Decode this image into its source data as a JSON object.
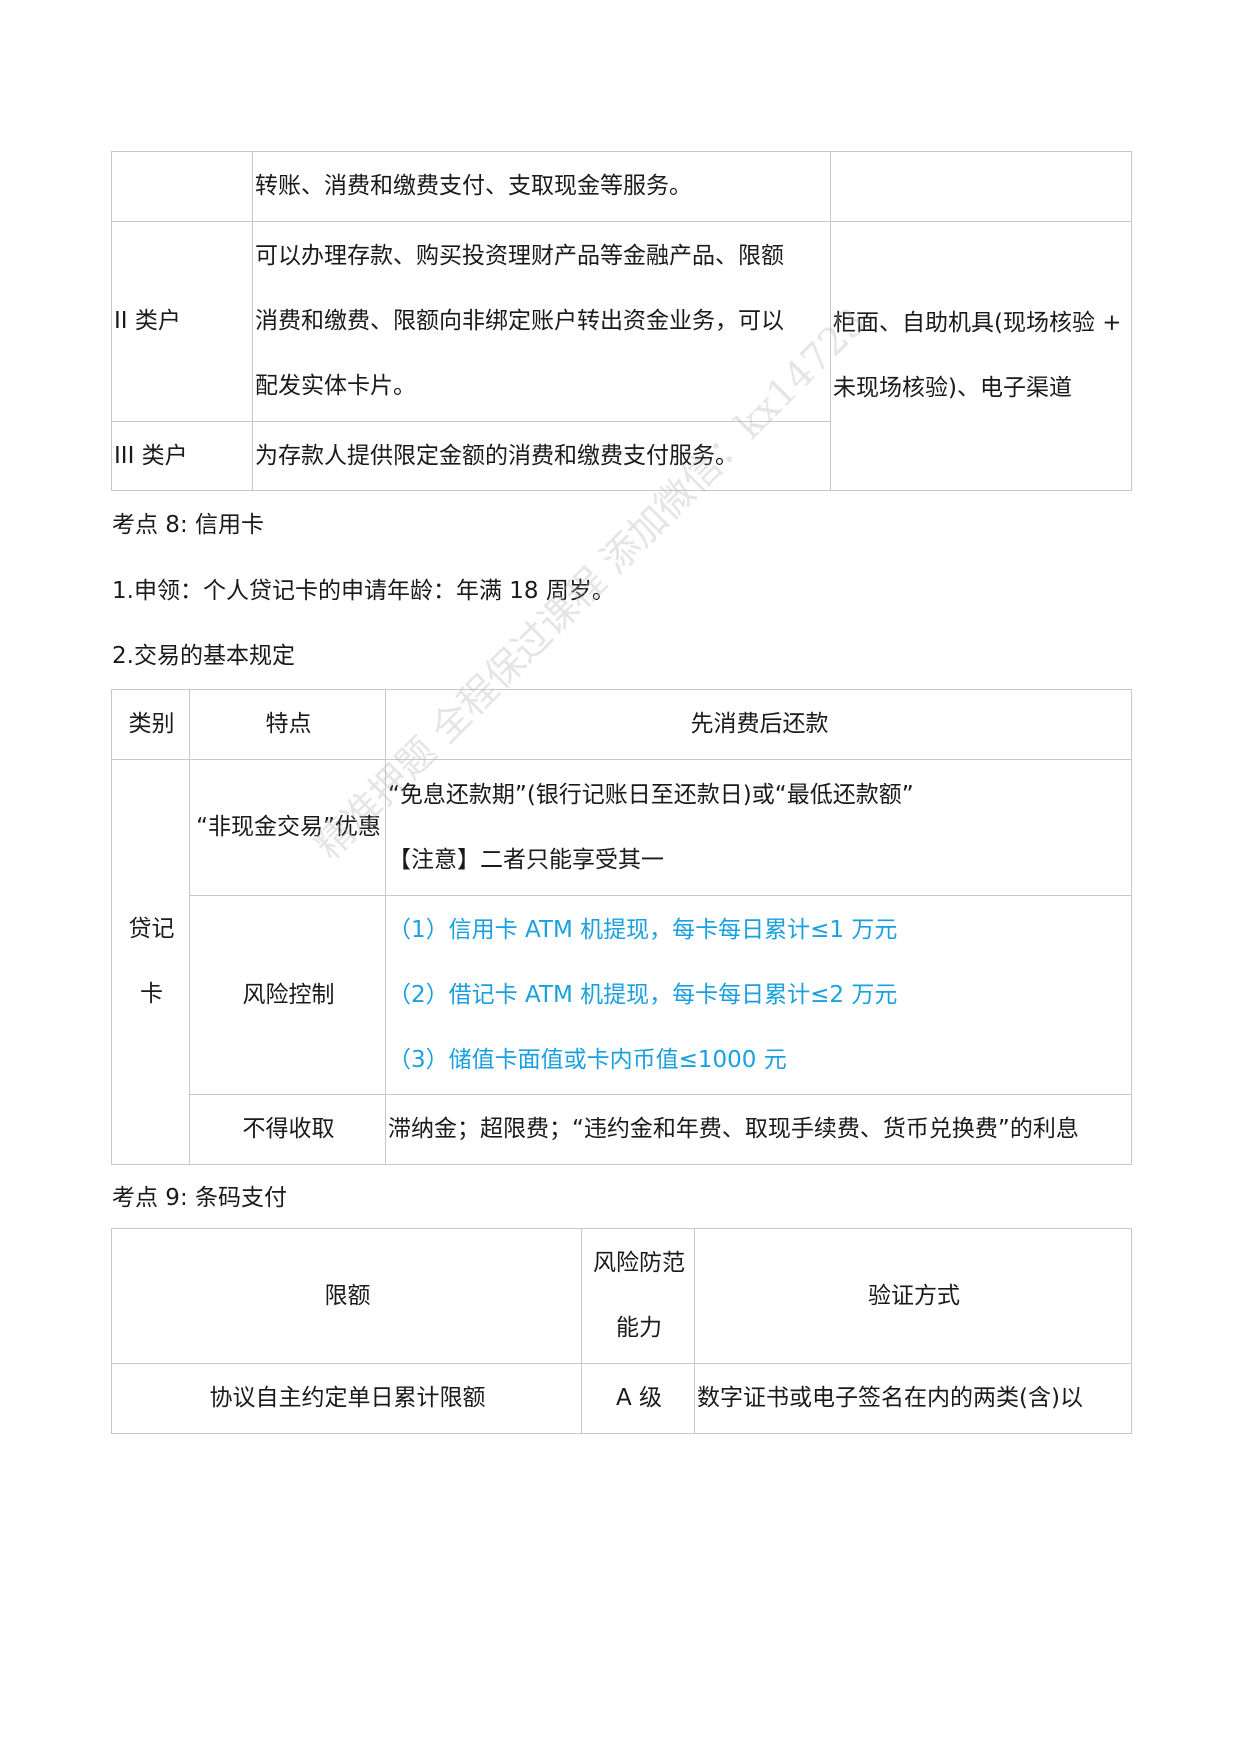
{
  "table1": {
    "row0": {
      "col2": "转账、消费和缴费支付、支取现金等服务。"
    },
    "row1": {
      "col1": "II 类户",
      "col2": [
        "可以办理存款、购买投资理财产品等金融产品、限额",
        "消费和缴费、限额向非绑定账户转出资金业务，可以",
        "配发实体卡片。"
      ],
      "col3": [
        "柜面、自助机具(现场核验 +",
        "未现场核验)、电子渠道"
      ]
    },
    "row2": {
      "col1": "III 类户",
      "col2": "为存款人提供限定金额的消费和缴费支付服务。"
    }
  },
  "heading8": "考点 8:  信用卡",
  "para1": "1.申领：个人贷记卡的申请年龄：年满 18 周岁。",
  "para2": "2.交易的基本规定",
  "table2": {
    "header": [
      "类别",
      "特点",
      "先消费后还款"
    ],
    "category": [
      "贷记",
      "卡"
    ],
    "rows": [
      {
        "feature": "“非现金交易”优惠",
        "content": [
          "“免息还款期”(银行记账日至还款日)或“最低还款额”",
          "【注意】二者只能享受其一"
        ]
      },
      {
        "feature": "风险控制",
        "content": [
          "（1）信用卡 ATM 机提现，每卡每日累计≤1 万元",
          "（2）借记卡 ATM 机提现，每卡每日累计≤2 万元",
          "（3）储值卡面值或卡内币值≤1000 元"
        ]
      },
      {
        "feature": "不得收取",
        "content": [
          "滞纳金；超限费；“违约金和年费、取现手续费、货币兑换费”的利息"
        ]
      }
    ]
  },
  "heading9": "考点 9:  条码支付",
  "table3": {
    "header": [
      "限额",
      [
        "风险防范",
        "能力"
      ],
      "验证方式"
    ],
    "row": [
      "协议自主约定单日累计限额",
      "A 级",
      "数字证书或电子签名在内的两类(含)以"
    ]
  },
  "watermark": "精准押题 全程保过课程 添加微信：kx14723",
  "colors": {
    "blue": "#1aa0e0",
    "border": "#c8c8c8"
  }
}
